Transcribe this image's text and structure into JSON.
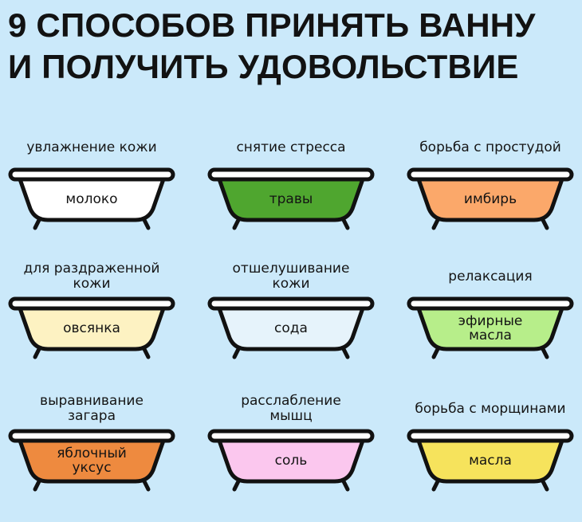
{
  "title": {
    "line1": "9 СПОСОБОВ ПРИНЯТЬ ВАННУ",
    "line2": "И ПОЛУЧИТЬ УДОВОЛЬСТВИЕ"
  },
  "items": [
    {
      "caption": [
        "увлажнение кожи"
      ],
      "filling": [
        "молоко"
      ],
      "color": "#ffffff"
    },
    {
      "caption": [
        "снятие стресса"
      ],
      "filling": [
        "травы"
      ],
      "color": "#4fa62f"
    },
    {
      "caption": [
        "борьба с простудой"
      ],
      "filling": [
        "имбирь"
      ],
      "color": "#fba86a"
    },
    {
      "caption": [
        "для раздраженной",
        "кожи"
      ],
      "filling": [
        "овсянка"
      ],
      "color": "#fdf2c2"
    },
    {
      "caption": [
        "отшелушивание",
        "кожи"
      ],
      "filling": [
        "сода"
      ],
      "color": "#e6f3fb"
    },
    {
      "caption": [
        "релаксация"
      ],
      "filling": [
        "эфирные",
        "масла"
      ],
      "color": "#b7ee8a"
    },
    {
      "caption": [
        "выравнивание",
        "загара"
      ],
      "filling": [
        "яблочный",
        "уксус"
      ],
      "color": "#ee8a3f"
    },
    {
      "caption": [
        "расслабление",
        "мышц"
      ],
      "filling": [
        "соль"
      ],
      "color": "#fbc7ee"
    },
    {
      "caption": [
        "борьба с морщинами"
      ],
      "filling": [
        "масла"
      ],
      "color": "#f6e35c"
    }
  ],
  "colors": {
    "background": "#cbe9fa",
    "outline": "#111111"
  }
}
